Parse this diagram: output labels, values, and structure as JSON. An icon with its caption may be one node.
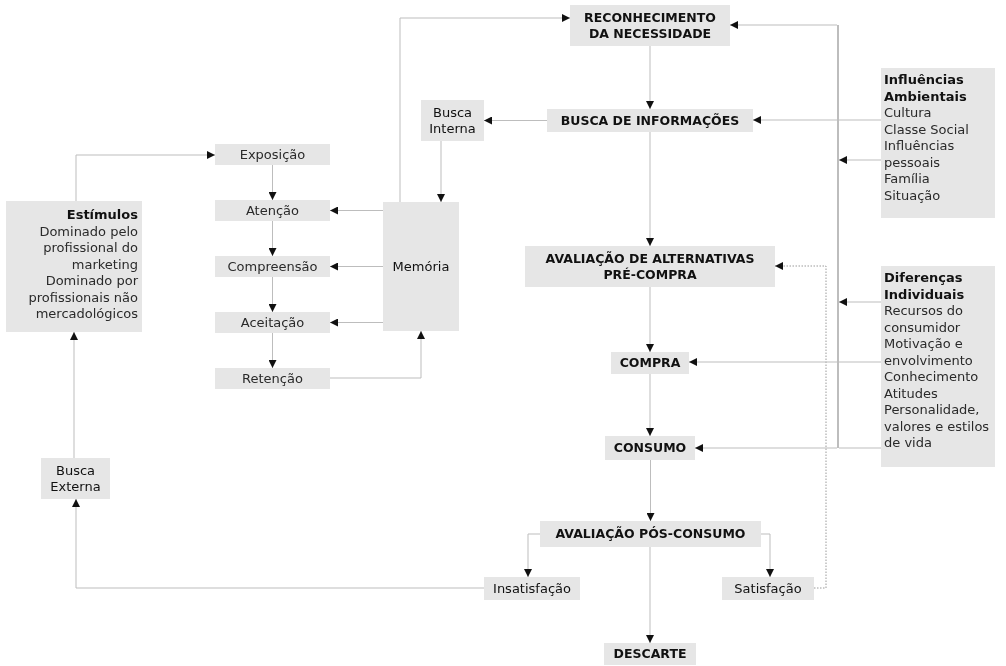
{
  "diagram": {
    "nodes": [
      {
        "text": [
          "RECONHECIMENTO DA NECESSIDADE"
        ]
      },
      {
        "text": [
          "BUSCA DE INFORMAÇÕES"
        ]
      },
      {
        "text": [
          "Busca Interna"
        ]
      },
      {
        "text": [
          "Influências Ambientais",
          "Cultura",
          "Classe Social",
          "Influências pessoais",
          "Família",
          "Situação"
        ]
      },
      {
        "text": [
          "Exposição"
        ]
      },
      {
        "text": [
          "Estímulos",
          "Dominado pelo profissional do marketing",
          "Dominado por profissionais não mercadológicos"
        ]
      },
      {
        "text": [
          "Atenção"
        ]
      },
      {
        "text": [
          "Memória"
        ]
      },
      {
        "text": [
          "Compreensão"
        ]
      },
      {
        "text": [
          "AVALIAÇÃO DE ALTERNATIVAS PRÉ-COMPRA"
        ]
      },
      {
        "text": [
          "Diferenças Individuais",
          "Recursos do consumidor",
          "Motivação e envolvimento",
          "Conhecimento",
          "Atitudes",
          "Personalidade, valores e estilos de vida"
        ]
      },
      {
        "text": [
          "Aceitação"
        ]
      },
      {
        "text": [
          "Retenção"
        ]
      },
      {
        "text": [
          "COMPRA"
        ]
      },
      {
        "text": [
          "CONSUMO"
        ]
      },
      {
        "text": [
          "Busca Externa"
        ]
      },
      {
        "text": [
          "AVALIAÇÃO PÓS-CONSUMO"
        ]
      },
      {
        "text": [
          "Insatisfação"
        ]
      },
      {
        "text": [
          "Satisfação"
        ]
      },
      {
        "text": [
          "DESCARTE"
        ]
      },
      {
        "text": [],
        "shape": "bar"
      }
    ],
    "edges": [
      {
        "from": 0,
        "to": 1,
        "arrow": "to"
      },
      {
        "from": 1,
        "to": 2,
        "arrow": "to"
      },
      {
        "from": 2,
        "to": 7,
        "arrow": "to"
      },
      {
        "from": 1,
        "to": 9,
        "arrow": "to"
      },
      {
        "from": 9,
        "to": 13,
        "arrow": "to"
      },
      {
        "from": 13,
        "to": 14,
        "arrow": "to"
      },
      {
        "from": 14,
        "to": 16,
        "arrow": "to"
      },
      {
        "from": 16,
        "to": 17,
        "arrow": "to"
      },
      {
        "from": 16,
        "to": 18,
        "arrow": "to"
      },
      {
        "from": 16,
        "to": 19,
        "arrow": "to"
      },
      {
        "from": 17,
        "to": 15,
        "arrow": "to"
      },
      {
        "from": 15,
        "to": 5,
        "arrow": "to"
      },
      {
        "from": 5,
        "to": 4,
        "arrow": "to"
      },
      {
        "from": 4,
        "to": 6,
        "arrow": "to"
      },
      {
        "from": 6,
        "to": 8,
        "arrow": "to"
      },
      {
        "from": 8,
        "to": 11,
        "arrow": "to"
      },
      {
        "from": 11,
        "to": 12,
        "arrow": "to"
      },
      {
        "from": 12,
        "to": 7,
        "arrow": "to"
      },
      {
        "from": 7,
        "to": 6,
        "arrow": "to"
      },
      {
        "from": 7,
        "to": 8,
        "arrow": "to"
      },
      {
        "from": 7,
        "to": 11,
        "arrow": "to"
      },
      {
        "from": 7,
        "to": 0,
        "arrow": "to"
      },
      {
        "from": 18,
        "to": 9,
        "arrow": "to",
        "style": "dashed"
      },
      {
        "from": 3,
        "to": 20,
        "arrow": "none"
      },
      {
        "from": 3,
        "to": 20,
        "arrow": "to"
      },
      {
        "from": 10,
        "to": 20,
        "arrow": "to"
      },
      {
        "from": 10,
        "to": 20,
        "arrow": "none"
      },
      {
        "from": 10,
        "to": 20,
        "arrow": "none"
      },
      {
        "from": 20,
        "to": 0,
        "arrow": "to"
      },
      {
        "from": 20,
        "to": 1,
        "arrow": "to"
      },
      {
        "from": 20,
        "to": 13,
        "arrow": "to"
      },
      {
        "from": 20,
        "to": 14,
        "arrow": "to"
      }
    ]
  }
}
